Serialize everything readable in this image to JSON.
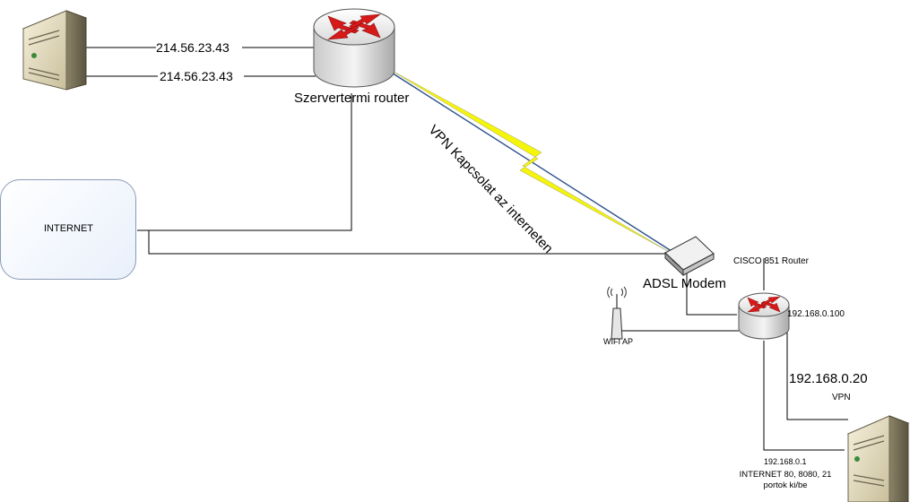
{
  "labels": {
    "internet": "INTERNET",
    "server_ip_1": "214.56.23.43",
    "server_ip_2": "214.56.23.43",
    "server_room_router": "Szervertermi router",
    "vpn_connection": "VPN Kapcsolat az interneten",
    "adsl_modem": "ADSL Modem",
    "cisco_router": "CISCO 851 Router",
    "router_ip": "192.168.0.100",
    "wifi_ap": "WIFI AP",
    "vpn_ip": "192.168.0.20",
    "vpn": "VPN",
    "lan_ip": "192.168.0.1",
    "ports_note": "INTERNET 80, 8080, 21 portok ki/be"
  },
  "colors": {
    "router_arrow": "#d61a1a",
    "lightning": "#f5f50a",
    "vpn_line": "#2a4f8a",
    "line": "#000000"
  },
  "icons": [
    "server-icon",
    "router-icon",
    "adsl-modem-icon",
    "wifi-ap-icon",
    "cloud-box"
  ]
}
